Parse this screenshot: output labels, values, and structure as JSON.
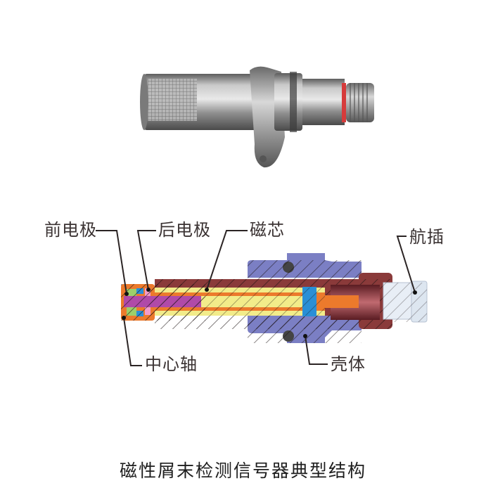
{
  "figure": {
    "caption": "磁性屑末检测信号器典型结构",
    "photo": {
      "description": "Photograph of magnetic chip detector sensor",
      "icon": "sensor-photo"
    },
    "cross_section": {
      "description": "Cutaway cross-section diagram",
      "colors": {
        "housing_blue": "#7b7fc4",
        "tube_maroon": "#8a3a3a",
        "magnet_core_yellow": "#f2ec8a",
        "electrode_orange": "#ec7a2c",
        "shaft_purple": "#b04aa8",
        "insulator_green": "#9ccf6a",
        "seal_blue": "#2a8fd6",
        "connector_light": "#e8eef6",
        "callout_line": "#2b2424"
      }
    },
    "callouts": [
      {
        "id": "front-electrode",
        "text": "前电极"
      },
      {
        "id": "rear-electrode",
        "text": "后电极"
      },
      {
        "id": "magnetic-core",
        "text": "磁芯"
      },
      {
        "id": "connector",
        "text": "航插"
      },
      {
        "id": "center-shaft",
        "text": "中心轴"
      },
      {
        "id": "housing",
        "text": "壳体"
      }
    ]
  }
}
